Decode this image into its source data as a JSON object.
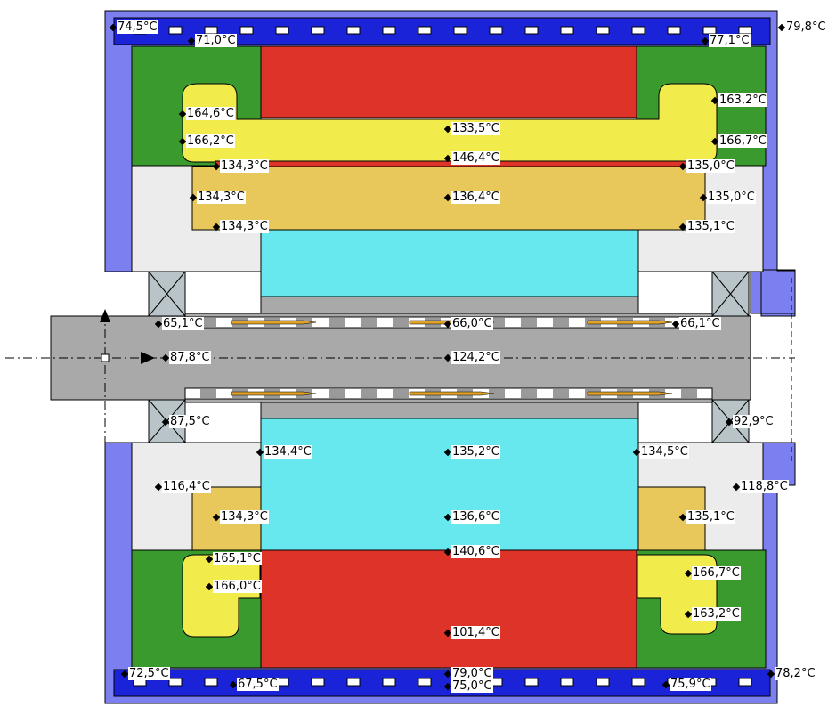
{
  "colors": {
    "housing": "#7b7ff0",
    "housing_bars": "#1b23d8",
    "stator_core": "#de3328",
    "winding_head": "#3a9a2e",
    "coil": "#f1ec4c",
    "slot": "#e8c85a",
    "rotor": "#66e8ee",
    "shaft": "#a9a9a9",
    "air": "#ececec",
    "bearing": "#b9c4c8",
    "outline": "#000000"
  },
  "labels": [
    {
      "text": "74,5°C",
      "row": "top"
    },
    {
      "text": "71,0°C",
      "row": "top"
    },
    {
      "text": "77,1°C",
      "row": "top"
    },
    {
      "text": "79,8°C",
      "row": "top"
    },
    {
      "text": "164,6°C",
      "row": "upper"
    },
    {
      "text": "163,2°C",
      "row": "upper"
    },
    {
      "text": "133,5°C",
      "row": "upper"
    },
    {
      "text": "166,2°C",
      "row": "upper"
    },
    {
      "text": "166,7°C",
      "row": "upper"
    },
    {
      "text": "146,4°C",
      "row": "upper"
    },
    {
      "text": "134,3°C",
      "row": "upper"
    },
    {
      "text": "135,0°C",
      "row": "upper"
    },
    {
      "text": "134,3°C",
      "row": "upper"
    },
    {
      "text": "136,4°C",
      "row": "upper"
    },
    {
      "text": "135,0°C",
      "row": "upper"
    },
    {
      "text": "134,3°C",
      "row": "upper"
    },
    {
      "text": "135,1°C",
      "row": "upper"
    },
    {
      "text": "65,1°C",
      "row": "shaft"
    },
    {
      "text": "66,0°C",
      "row": "shaft"
    },
    {
      "text": "66,1°C",
      "row": "shaft"
    },
    {
      "text": "87,8°C",
      "row": "shaft"
    },
    {
      "text": "124,2°C",
      "row": "shaft"
    },
    {
      "text": "87,5°C",
      "row": "shaft"
    },
    {
      "text": "92,9°C",
      "row": "shaft"
    },
    {
      "text": "134,4°C",
      "row": "lower"
    },
    {
      "text": "135,2°C",
      "row": "lower"
    },
    {
      "text": "134,5°C",
      "row": "lower"
    },
    {
      "text": "116,4°C",
      "row": "lower"
    },
    {
      "text": "118,8°C",
      "row": "lower"
    },
    {
      "text": "134,3°C",
      "row": "lower"
    },
    {
      "text": "136,6°C",
      "row": "lower"
    },
    {
      "text": "135,1°C",
      "row": "lower"
    },
    {
      "text": "140,6°C",
      "row": "lower"
    },
    {
      "text": "165,1°C",
      "row": "lower"
    },
    {
      "text": "166,7°C",
      "row": "lower"
    },
    {
      "text": "166,0°C",
      "row": "lower"
    },
    {
      "text": "163,2°C",
      "row": "lower"
    },
    {
      "text": "101,4°C",
      "row": "lower"
    },
    {
      "text": "72,5°C",
      "row": "bottom"
    },
    {
      "text": "79,0°C",
      "row": "bottom"
    },
    {
      "text": "78,2°C",
      "row": "bottom"
    },
    {
      "text": "67,5°C",
      "row": "bottom"
    },
    {
      "text": "75,0°C",
      "row": "bottom"
    },
    {
      "text": "75,9°C",
      "row": "bottom"
    }
  ]
}
